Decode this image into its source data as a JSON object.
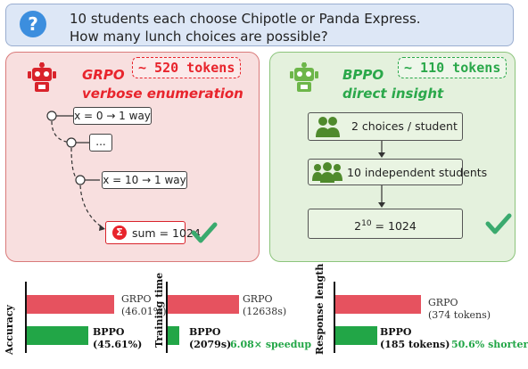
{
  "question": {
    "line1": "10 students each choose Chipotle or Panda Express.",
    "line2": "How many lunch choices are possible?"
  },
  "grpo_panel": {
    "name": "GRPO",
    "subtitle": "verbose enumeration",
    "token_badge": "~ 520 tokens",
    "steps": [
      "x = 0 → 1 way",
      "...",
      "x = 10 → 1 way"
    ],
    "sum_label": "sum = 1024",
    "sum_symbol": "Σ"
  },
  "bppo_panel": {
    "name": "BPPO",
    "subtitle": "direct insight",
    "token_badge": "~ 110 tokens",
    "step1": "2 choices / student",
    "step2": "10 independent students",
    "result_base": "2",
    "result_exp": "10",
    "result_rest": " = 1024"
  },
  "colors": {
    "grpo": "#e8242c",
    "bppo": "#2aa84a",
    "grpo_bar": "#e6525f",
    "bppo_bar": "#22a647"
  },
  "chart_data": [
    {
      "type": "bar",
      "ylabel": "Accuracy",
      "series": [
        {
          "name": "GRPO",
          "value": 46.01,
          "label": "(46.01%)"
        },
        {
          "name": "BPPO",
          "value": 45.61,
          "label": "(45.61%)"
        }
      ],
      "annotation": ""
    },
    {
      "type": "bar",
      "ylabel": "Training time",
      "series": [
        {
          "name": "GRPO",
          "value": 12638,
          "label": "(12638s)"
        },
        {
          "name": "BPPO",
          "value": 2079,
          "label": "(2079s)"
        }
      ],
      "annotation": "6.08× speedup"
    },
    {
      "type": "bar",
      "ylabel": "Response length",
      "series": [
        {
          "name": "GRPO",
          "value": 374,
          "label": "(374 tokens)"
        },
        {
          "name": "BPPO",
          "value": 185,
          "label": "(185 tokens)"
        }
      ],
      "annotation": "50.6% shorter"
    }
  ]
}
